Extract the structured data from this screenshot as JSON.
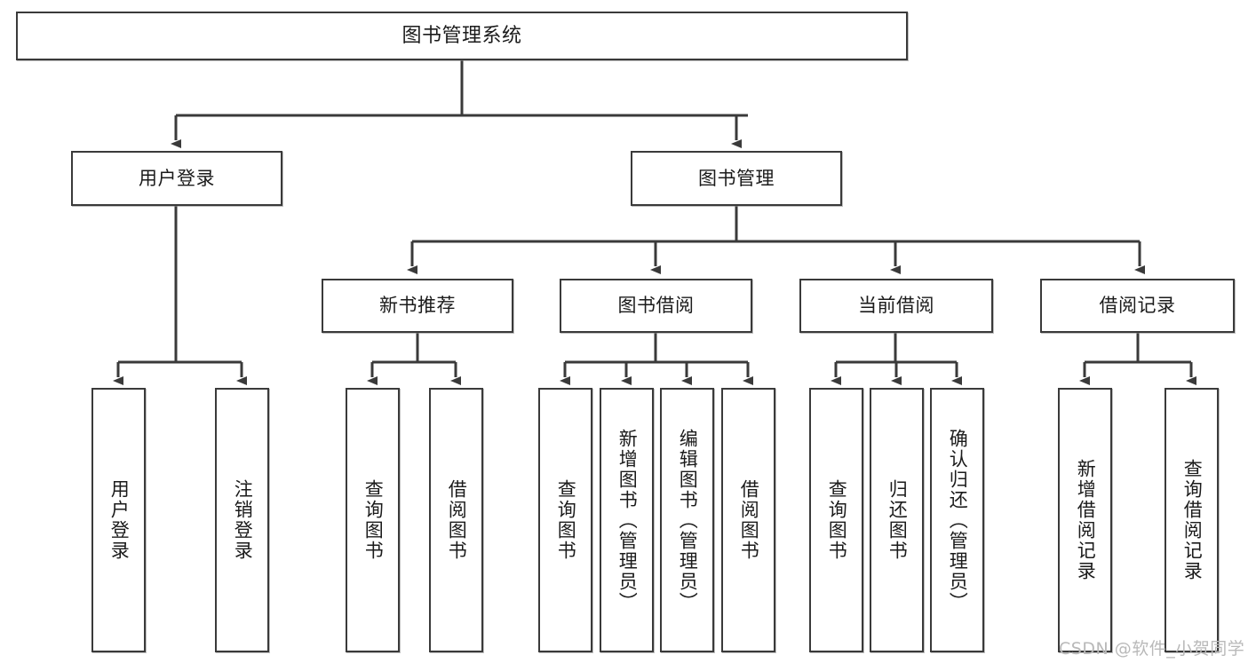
{
  "diagram": {
    "title": "图书管理系统",
    "type": "tree",
    "colors": {
      "stroke": "#3a3a3a",
      "fill": "#ffffff",
      "text": "#1b1b1b",
      "watermark": "#b9b9b9"
    },
    "root": {
      "label": "图书管理系统"
    },
    "level2": [
      {
        "label": "用户登录"
      },
      {
        "label": "图书管理"
      }
    ],
    "level3": [
      {
        "label": "新书推荐"
      },
      {
        "label": "图书借阅"
      },
      {
        "label": "当前借阅"
      },
      {
        "label": "借阅记录"
      }
    ],
    "leaves": [
      {
        "label": "用户登录",
        "parent": "用户登录"
      },
      {
        "label": "注销登录",
        "parent": "用户登录"
      },
      {
        "label": "查询图书",
        "parent": "新书推荐"
      },
      {
        "label": "借阅图书",
        "parent": "新书推荐"
      },
      {
        "label": "查询图书",
        "parent": "图书借阅"
      },
      {
        "label": "新增图书（管理员）",
        "parent": "图书借阅"
      },
      {
        "label": "编辑图书（管理员）",
        "parent": "图书借阅"
      },
      {
        "label": "借阅图书",
        "parent": "图书借阅"
      },
      {
        "label": "查询图书",
        "parent": "当前借阅"
      },
      {
        "label": "归还图书",
        "parent": "当前借阅"
      },
      {
        "label": "确认归还（管理员）",
        "parent": "当前借阅"
      },
      {
        "label": "新增借阅记录",
        "parent": "借阅记录"
      },
      {
        "label": "查询借阅记录",
        "parent": "借阅记录"
      }
    ]
  },
  "watermark": {
    "text": "CSDN @软件_小贺同学"
  }
}
